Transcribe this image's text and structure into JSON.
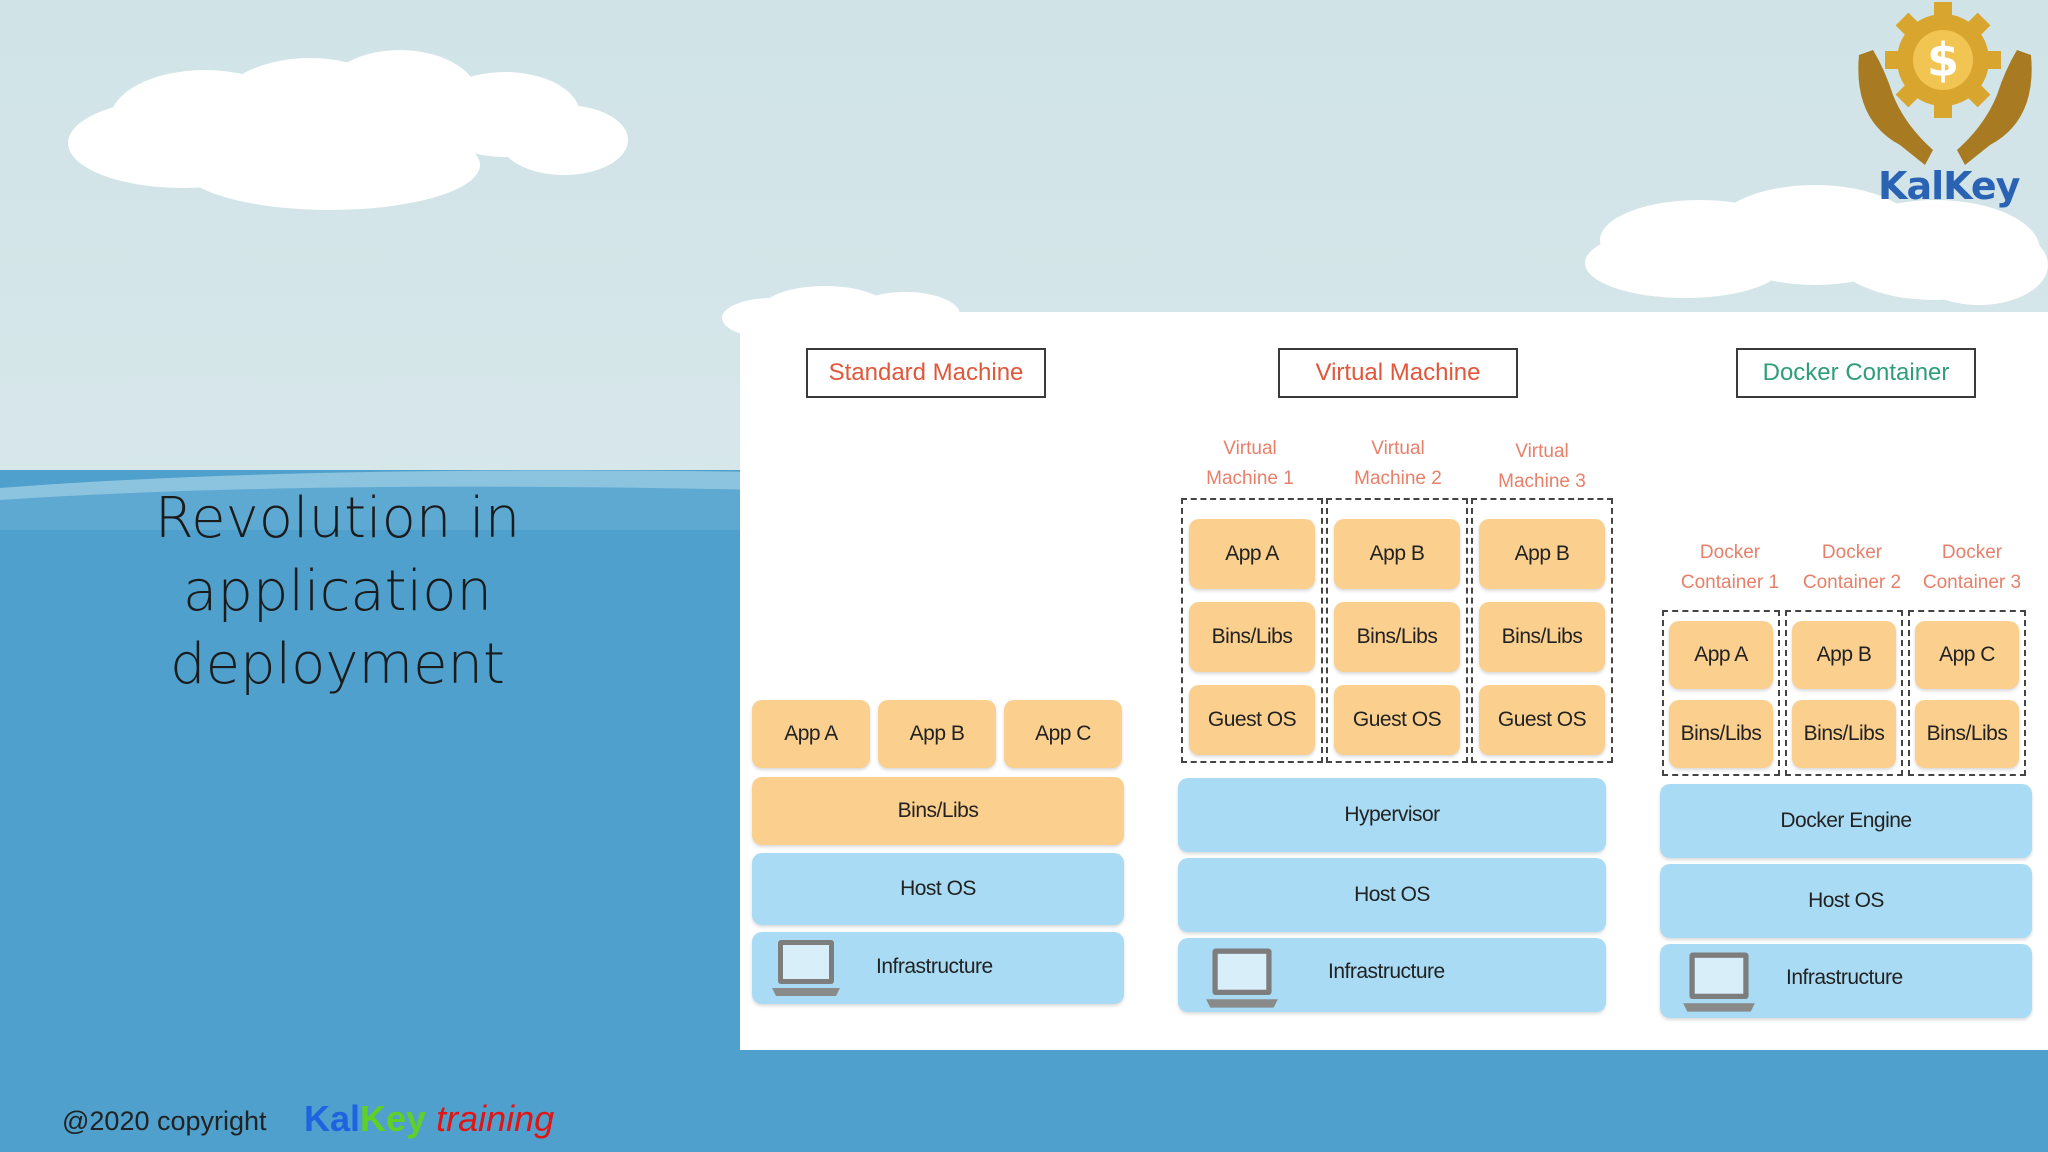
{
  "slide": {
    "title_lines": [
      "Revolution in",
      "application",
      "deployment"
    ],
    "copyright": "@2020 copyright",
    "brand": {
      "kal": "Kal",
      "key": "Key",
      "training": "training"
    },
    "logo_text": "KalKey"
  },
  "diagram": {
    "standard": {
      "header": "Standard Machine",
      "apps": [
        "App A",
        "App B",
        "App C"
      ],
      "bins": "Bins/Libs",
      "host_os": "Host OS",
      "infrastructure": "Infrastructure"
    },
    "virtual": {
      "header": "Virtual Machine",
      "vms": [
        {
          "caption": [
            "Virtual",
            "Machine 1"
          ],
          "app": "App A",
          "bins": "Bins/Libs",
          "guest": "Guest OS"
        },
        {
          "caption": [
            "Virtual",
            "Machine 2"
          ],
          "app": "App B",
          "bins": "Bins/Libs",
          "guest": "Guest OS"
        },
        {
          "caption": [
            "Virtual",
            "Machine 3"
          ],
          "app": "App B",
          "bins": "Bins/Libs",
          "guest": "Guest OS"
        }
      ],
      "hypervisor": "Hypervisor",
      "host_os": "Host OS",
      "infrastructure": "Infrastructure"
    },
    "docker": {
      "header": "Docker Container",
      "containers": [
        {
          "caption": [
            "Docker",
            "Container 1"
          ],
          "app": "App A",
          "bins": "Bins/Libs"
        },
        {
          "caption": [
            "Docker",
            "Container 2"
          ],
          "app": "App B",
          "bins": "Bins/Libs"
        },
        {
          "caption": [
            "Docker",
            "Container 3"
          ],
          "app": "App C",
          "bins": "Bins/Libs"
        }
      ],
      "engine": "Docker Engine",
      "host_os": "Host OS",
      "infrastructure": "Infrastructure"
    }
  }
}
